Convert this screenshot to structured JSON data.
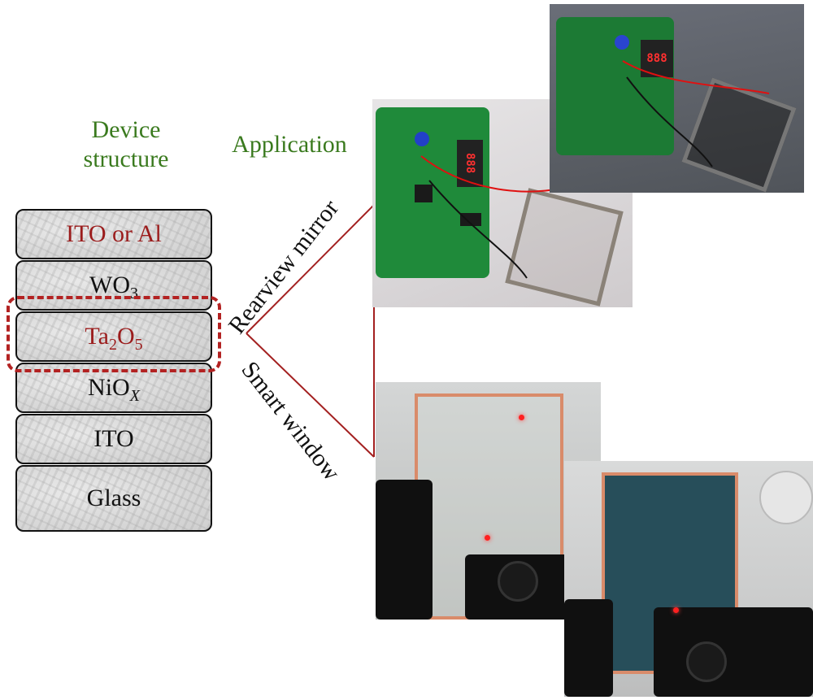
{
  "headings": {
    "device_structure_line1": "Device",
    "device_structure_line2": "structure",
    "application": "Application"
  },
  "layers": [
    {
      "text": "ITO or Al",
      "sub": ""
    },
    {
      "text": "WO",
      "sub": "3"
    },
    {
      "text_a": "Ta",
      "sub_a": "2",
      "text_b": "O",
      "sub_b": "5"
    },
    {
      "text": "NiO",
      "sub": "X"
    },
    {
      "text": "ITO",
      "sub": ""
    },
    {
      "text": "Glass",
      "sub": ""
    }
  ],
  "branches": {
    "upper": "Rearview mirror",
    "lower": "Smart window"
  },
  "colors": {
    "heading_green": "#3a7a1e",
    "highlight_red": "#9b1c1c",
    "dash_red": "#b32222",
    "line_red": "#a32020",
    "pcb_green": "#1f8a3a"
  },
  "photos": {
    "rearview_digits": "888",
    "rearview_digits_top": "888"
  }
}
